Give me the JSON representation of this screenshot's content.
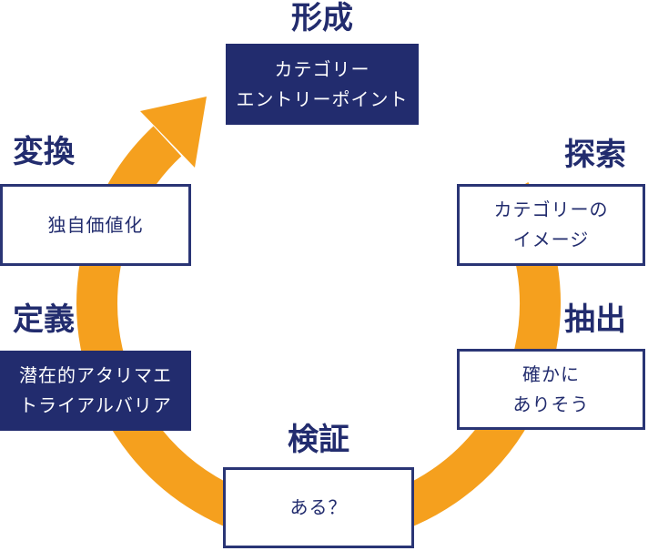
{
  "colors": {
    "navy": "#222C6E",
    "orange": "#F5A01E",
    "box_border": "#2A3575",
    "background": "#FFFFFF"
  },
  "cycle": {
    "direction": "clockwise",
    "stages": [
      {
        "label": "形成",
        "box_style": "navy",
        "box_lines": [
          "カテゴリー",
          "エントリーポイント"
        ]
      },
      {
        "label": "探索",
        "box_style": "white",
        "box_lines": [
          "カテゴリーの",
          "イメージ"
        ]
      },
      {
        "label": "抽出",
        "box_style": "white",
        "box_lines": [
          "確かに",
          "ありそう"
        ]
      },
      {
        "label": "検証",
        "box_style": "white",
        "box_lines": [
          "ある？"
        ]
      },
      {
        "label": "定義",
        "box_style": "navy",
        "box_lines": [
          "潜在的アタリマエ",
          "トライアルバリア"
        ]
      },
      {
        "label": "変換",
        "box_style": "white",
        "box_lines": [
          "独自価値化"
        ]
      }
    ]
  }
}
